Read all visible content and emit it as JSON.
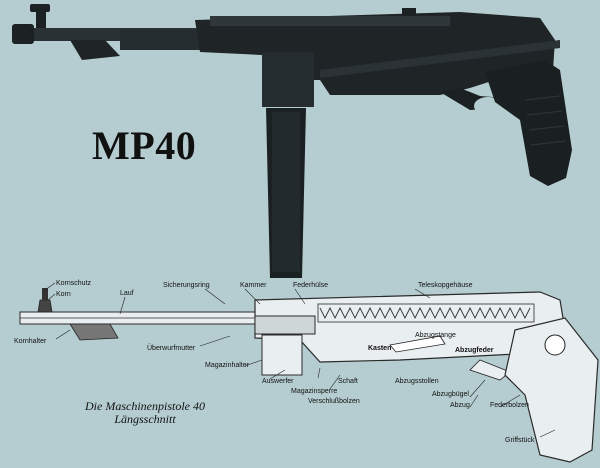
{
  "title": "MP40",
  "caption": {
    "line1": "Die Maschinenpistole 40",
    "line2": "Längsschnitt"
  },
  "labels": {
    "kornschutz": "Kornschutz",
    "korn": "Korn",
    "kornhalter": "Kornhalter",
    "lauf": "Lauf",
    "sicherungsring": "Sicherungsring",
    "kammer": "Kammer",
    "federhulse": "Federhülse",
    "teleskopgehause": "Teleskopgehäuse",
    "uberwurfmutter": "Überwurfmutter",
    "magazinhalter": "Magazinhalter",
    "auswerfer": "Auswerfer",
    "magazinsperre": "Magazinsperre",
    "verschlussbolzen": "Verschlußbolzen",
    "schaft": "Schaft",
    "kasten": "Kasten",
    "abzugstange": "Abzugstange",
    "abzugfeder": "Abzugfeder",
    "abzugsstollen": "Abzugsstollen",
    "abzugbugel": "Abzugbügel",
    "abzug": "Abzug",
    "federbolzen": "Federbolzen",
    "griffstuck": "Griffstück"
  },
  "colors": {
    "background": "#b5cdd0",
    "gun_dark": "#1f2426",
    "gun_mid": "#2e3538",
    "cutaway_fill": "#e9eef0",
    "cutaway_line": "#2a2a2a"
  }
}
